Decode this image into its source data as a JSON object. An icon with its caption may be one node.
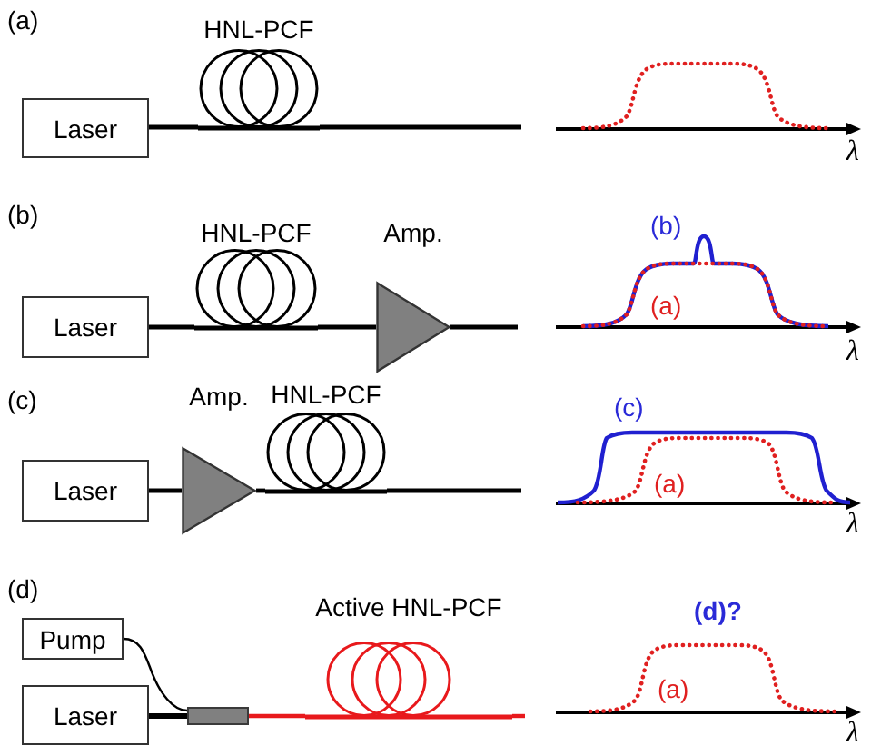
{
  "diagram": {
    "nodes": [
      {
        "text": [
          "Laser"
        ]
      },
      {
        "text": [
          "HNL-PCF"
        ]
      },
      {
        "text": [
          "Laser"
        ]
      },
      {
        "text": [
          "HNL-PCF"
        ]
      },
      {
        "text": [
          "Amp."
        ]
      },
      {
        "text": [
          "Laser"
        ]
      },
      {
        "text": [
          "Amp."
        ]
      },
      {
        "text": [
          "HNL-PCF"
        ]
      },
      {
        "text": [
          "Pump"
        ]
      },
      {
        "text": [
          "Laser"
        ]
      },
      {
        "text": [],
        "shape": "box"
      },
      {
        "text": [
          "Active HNL-PCF"
        ]
      }
    ],
    "edges": [
      {
        "from": 0,
        "to": 1,
        "arrow": "none"
      },
      {
        "from": 1,
        "to": null,
        "arrow": "none"
      },
      {
        "from": 2,
        "to": 3,
        "arrow": "none"
      },
      {
        "from": 3,
        "to": 4,
        "arrow": "none"
      },
      {
        "from": 4,
        "to": null,
        "arrow": "none"
      },
      {
        "from": 5,
        "to": 6,
        "arrow": "none"
      },
      {
        "from": 6,
        "to": 7,
        "arrow": "none"
      },
      {
        "from": 7,
        "to": null,
        "arrow": "none"
      },
      {
        "from": 8,
        "to": 10,
        "arrow": "none"
      },
      {
        "from": 9,
        "to": 10,
        "arrow": "none"
      },
      {
        "from": 10,
        "to": 11,
        "arrow": "none",
        "color": "#e8191c"
      },
      {
        "from": 11,
        "to": null,
        "arrow": "none",
        "color": "#e8191c"
      }
    ],
    "labels": [
      "(a)",
      "λ",
      "(b)",
      "(b)",
      "(a)",
      "λ",
      "(c)",
      "(c)",
      "(a)",
      "λ",
      "(d)",
      "(d)?",
      "(a)",
      "λ"
    ]
  }
}
